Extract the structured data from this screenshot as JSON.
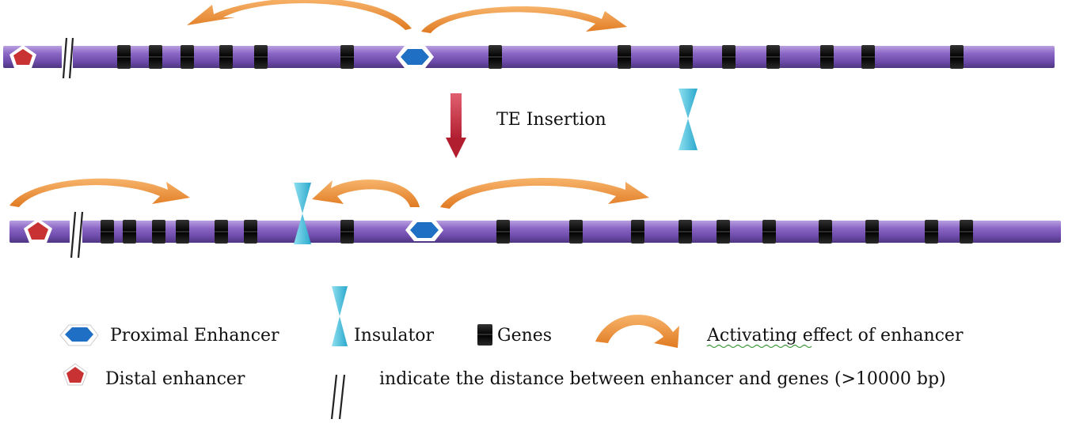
{
  "process_label": "TE Insertion",
  "legend": {
    "proximal_enhancer": "Proximal Enhancer",
    "insulator": "Insulator",
    "genes": "Genes",
    "activating_effect_prefix": "Activating",
    "activating_effect_rest": " effect of enhancer",
    "distal_enhancer": "Distal enhancer",
    "distance_note": "indicate the distance between enhancer and genes (>10000 bp)"
  },
  "colors": {
    "chromosome": "#7d5ab5",
    "chromosome_light": "#a88bd6",
    "chromosome_dark": "#4e3580",
    "gene": "#141414",
    "proximal_enhancer": "#1f6fc4",
    "distal_enhancer": "#c83232",
    "insulator": "#3cb8d8",
    "activation_arrow": "#f0923a",
    "insertion_arrow": "#c02a3a"
  }
}
